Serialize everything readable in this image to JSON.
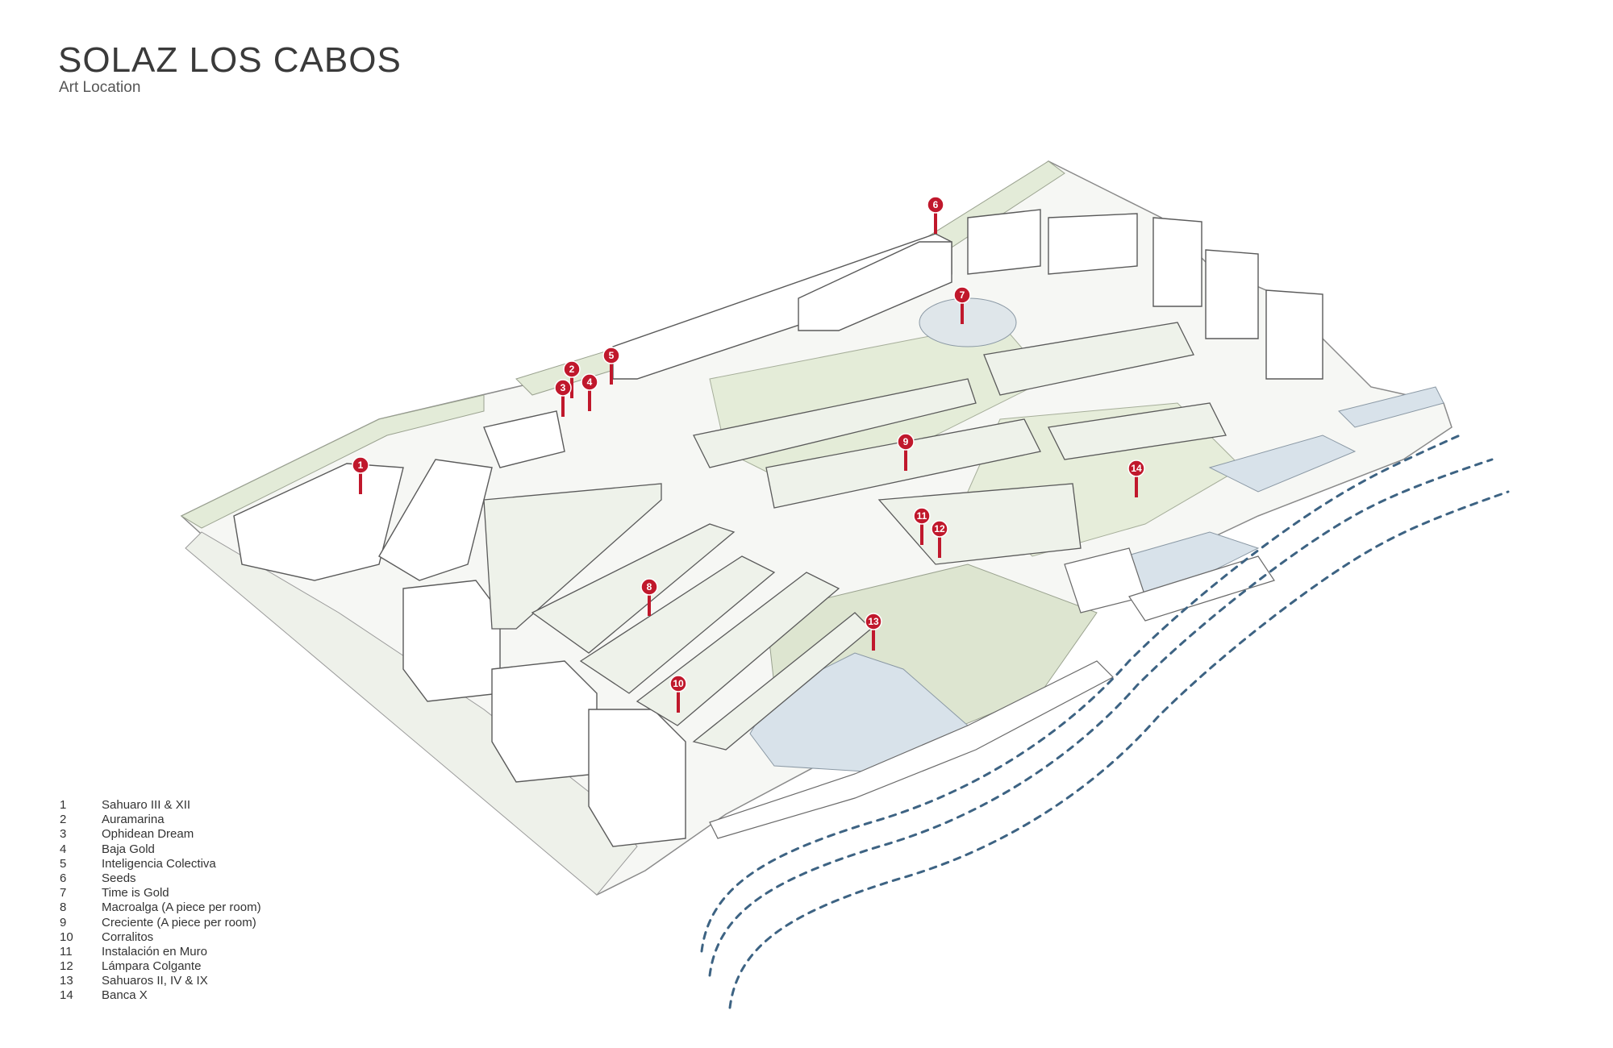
{
  "title": "SOLAZ LOS CABOS",
  "subtitle": "Art Location",
  "colors": {
    "marker": "#c0182c",
    "water_path": "#3d6383",
    "landscape": "#e3ebd8",
    "garden": "#dde5d0",
    "pool": "#d8e2ea",
    "building_line": "#6a6a6a"
  },
  "legend": [
    {
      "num": "1",
      "name": "Sahuaro III & XII"
    },
    {
      "num": "2",
      "name": "Auramarina"
    },
    {
      "num": "3",
      "name": "Ophidean Dream"
    },
    {
      "num": "4",
      "name": "Baja Gold"
    },
    {
      "num": "5",
      "name": "Inteligencia Colectiva"
    },
    {
      "num": "6",
      "name": "Seeds"
    },
    {
      "num": "7",
      "name": "Time is Gold"
    },
    {
      "num": "8",
      "name": "Macroalga (A piece per room)"
    },
    {
      "num": "9",
      "name": "Creciente (A piece per room)"
    },
    {
      "num": "10",
      "name": "Corralitos"
    },
    {
      "num": "11",
      "name": "Instalación en Muro"
    },
    {
      "num": "12",
      "name": "Lámpara Colgante"
    },
    {
      "num": "13",
      "name": "Sahuaros II, IV & IX"
    },
    {
      "num": "14",
      "name": "Banca X"
    }
  ]
}
